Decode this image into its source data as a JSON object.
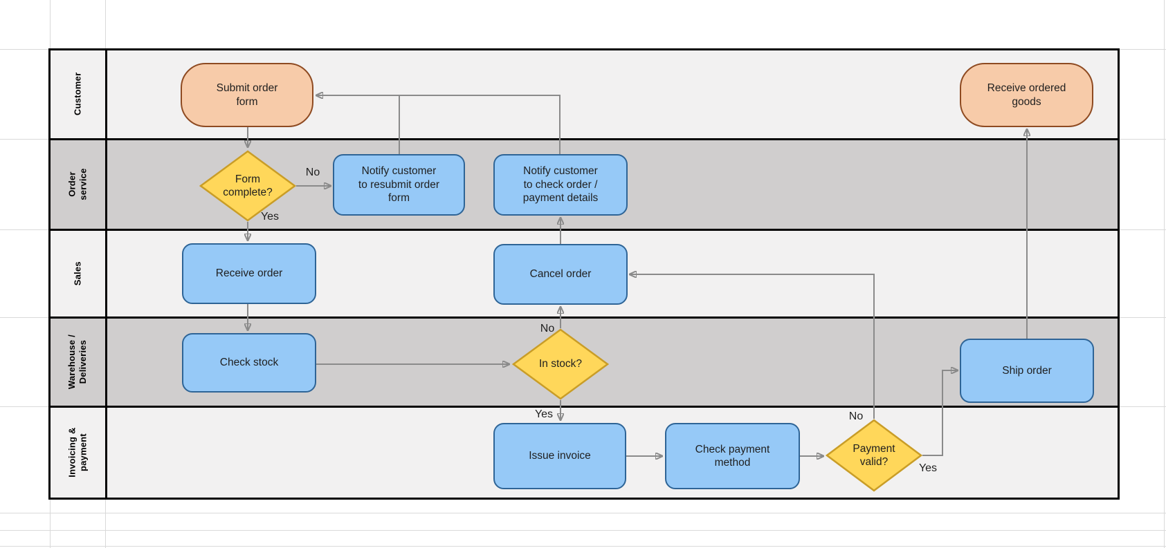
{
  "sheet": {
    "background": "#FFFFFF",
    "gridline_color": "#D9D9D9",
    "table_border_color": "#000000"
  },
  "colors": {
    "lane_light": "#F2F1F1",
    "lane_dark": "#D0CECE",
    "process_fill": "#96C9F7",
    "process_border": "#2E6496",
    "decision_fill": "#FFD75A",
    "decision_border": "#C99D27",
    "terminator_fill": "#F7CBA9",
    "terminator_border": "#8E4A21",
    "connector": "#8A8A8A",
    "text": "#1F1F1F"
  },
  "lanes": [
    {
      "label": "Customer",
      "shade": "light"
    },
    {
      "label": "Order service",
      "shade": "dark"
    },
    {
      "label": "Sales",
      "shade": "light"
    },
    {
      "label": "Warehouse /\nDeliveries",
      "shade": "dark"
    },
    {
      "label": "Invoicing &\npayment",
      "shade": "light"
    }
  ],
  "nodes": {
    "submit_order_form": {
      "label": "Submit order\nform",
      "type": "terminator",
      "lane": "Customer"
    },
    "receive_goods": {
      "label": "Receive ordered\ngoods",
      "type": "terminator",
      "lane": "Customer"
    },
    "form_complete": {
      "label": "Form\ncomplete?",
      "type": "decision",
      "lane": "Order service"
    },
    "notify_resubmit": {
      "label": "Notify customer\nto resubmit order\nform",
      "type": "process",
      "lane": "Order service"
    },
    "notify_check": {
      "label": "Notify customer\nto check order /\npayment details",
      "type": "process",
      "lane": "Order service"
    },
    "receive_order": {
      "label": "Receive order",
      "type": "process",
      "lane": "Sales"
    },
    "cancel_order": {
      "label": "Cancel order",
      "type": "process",
      "lane": "Sales"
    },
    "check_stock": {
      "label": "Check stock",
      "type": "process",
      "lane": "Warehouse / Deliveries"
    },
    "in_stock": {
      "label": "In stock?",
      "type": "decision",
      "lane": "Warehouse / Deliveries"
    },
    "ship_order": {
      "label": "Ship order",
      "type": "process",
      "lane": "Warehouse / Deliveries"
    },
    "issue_invoice": {
      "label": "Issue invoice",
      "type": "process",
      "lane": "Invoicing & payment"
    },
    "check_payment": {
      "label": "Check payment\nmethod",
      "type": "process",
      "lane": "Invoicing & payment"
    },
    "payment_valid": {
      "label": "Payment\nvalid?",
      "type": "decision",
      "lane": "Invoicing & payment"
    }
  },
  "edges": [
    {
      "from": "submit_order_form",
      "to": "form_complete",
      "label": ""
    },
    {
      "from": "form_complete",
      "to": "notify_resubmit",
      "label": "No"
    },
    {
      "from": "form_complete",
      "to": "receive_order",
      "label": "Yes"
    },
    {
      "from": "notify_resubmit",
      "to": "submit_order_form",
      "label": ""
    },
    {
      "from": "notify_check",
      "to": "submit_order_form",
      "label": ""
    },
    {
      "from": "receive_order",
      "to": "check_stock",
      "label": ""
    },
    {
      "from": "check_stock",
      "to": "in_stock",
      "label": ""
    },
    {
      "from": "in_stock",
      "to": "cancel_order",
      "label": "No"
    },
    {
      "from": "in_stock",
      "to": "issue_invoice",
      "label": "Yes"
    },
    {
      "from": "cancel_order",
      "to": "notify_check",
      "label": ""
    },
    {
      "from": "issue_invoice",
      "to": "check_payment",
      "label": ""
    },
    {
      "from": "check_payment",
      "to": "payment_valid",
      "label": ""
    },
    {
      "from": "payment_valid",
      "to": "cancel_order",
      "label": "No"
    },
    {
      "from": "payment_valid",
      "to": "ship_order",
      "label": "Yes"
    },
    {
      "from": "ship_order",
      "to": "receive_goods",
      "label": ""
    }
  ]
}
